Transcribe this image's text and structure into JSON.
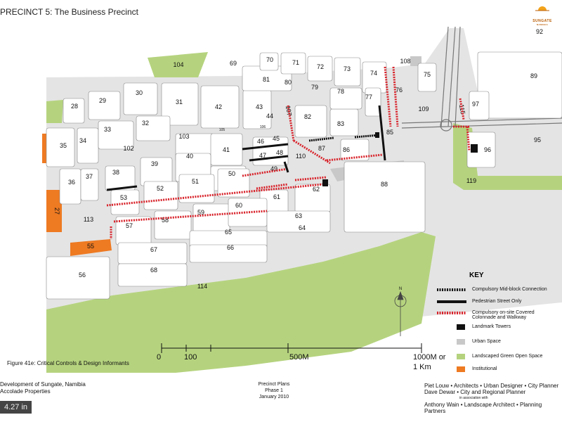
{
  "header": {
    "title": "PRECINCT 5: The Business Precinct",
    "logo_text": "SUNGATE",
    "logo_sub": "NAMIBIA"
  },
  "map": {
    "plots": [
      "92",
      "104",
      "69",
      "70",
      "71",
      "72",
      "73",
      "74",
      "108",
      "75",
      "89",
      "81",
      "80",
      "79",
      "78",
      "77",
      "76",
      "28",
      "29",
      "30",
      "31",
      "42",
      "43",
      "44",
      "107",
      "82",
      "83",
      "85",
      "109",
      "115",
      "97",
      "35",
      "34",
      "33",
      "32",
      "103",
      "105",
      "106",
      "46",
      "45",
      "47",
      "48",
      "87",
      "86",
      "95",
      "96",
      "102",
      "41",
      "40",
      "39",
      "38",
      "110",
      "49",
      "36",
      "37",
      "52",
      "51",
      "50",
      "88",
      "53",
      "62",
      "61",
      "119",
      "27",
      "113",
      "57",
      "58",
      "59",
      "60",
      "63",
      "64",
      "65",
      "66",
      "55",
      "67",
      "68",
      "56",
      "114"
    ],
    "north": "N"
  },
  "key": {
    "title": "KEY",
    "items": [
      {
        "label": "Compulsory Mid-block Connection"
      },
      {
        "label": "Pedestrian Street Only"
      },
      {
        "label": "Compulsory on-site Covered Colonnade and Walkway"
      },
      {
        "label": "Landmark Towers"
      },
      {
        "label": "Urban Space"
      },
      {
        "label": "Landscaped Green Open Space"
      },
      {
        "label": "Institutional"
      }
    ]
  },
  "figure_caption": "Figure 41e:  Critical Controls & Design Informants",
  "scale": {
    "l0": "0",
    "l100": "100",
    "l500": "500M",
    "l1000": "1000M or",
    "l1km": "1 Km"
  },
  "footer": {
    "left1": "Development of Sungate, Namibia",
    "left2": "Accolade Properties",
    "mid1": "Precinct Plans",
    "mid2": "Phase 1",
    "mid3": "January 2010",
    "r1": "Piet Louw • Architects • Urban Designer • City Planner",
    "r2": "Dave Dewar • City and Regional Planner",
    "r3": "in association with",
    "r4": "Anthony Wain • Landscape Architect • Planning Partners"
  },
  "size_chip": "4.27 in",
  "colors": {
    "green": "#b5d37e",
    "orange": "#ee7a22",
    "grey": "#c8c8c8",
    "block": "#ffffff",
    "road": "#e3e3e3",
    "red": "#d8222a"
  }
}
